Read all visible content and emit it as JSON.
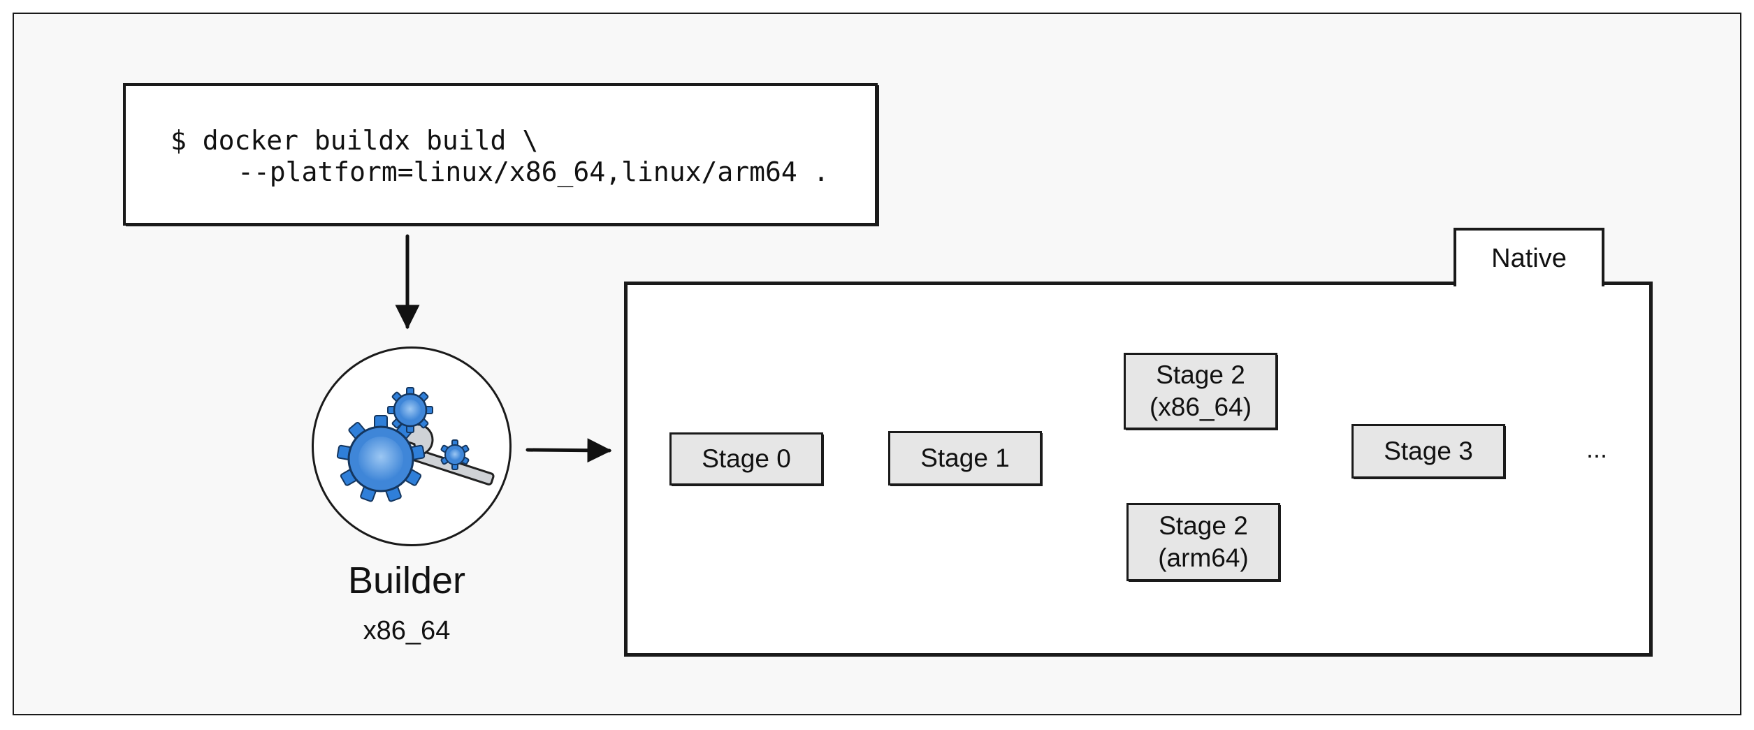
{
  "command": {
    "line1": "$ docker buildx build \\",
    "line2": "--platform=linux/x86_64,linux/arm64 ."
  },
  "builder": {
    "title": "Builder",
    "arch": "x86_64",
    "icon": "gears-wrench-icon",
    "gear_color": "#4a90e2"
  },
  "native": {
    "tab_label": "Native"
  },
  "stages": {
    "s0": {
      "label": "Stage 0",
      "sub": ""
    },
    "s1": {
      "label": "Stage 1",
      "sub": ""
    },
    "s2a": {
      "label": "Stage 2",
      "sub": "(x86_64)"
    },
    "s2b": {
      "label": "Stage 2",
      "sub": "(arm64)"
    },
    "s3": {
      "label": "Stage 3",
      "sub": ""
    }
  },
  "continuation": "..."
}
